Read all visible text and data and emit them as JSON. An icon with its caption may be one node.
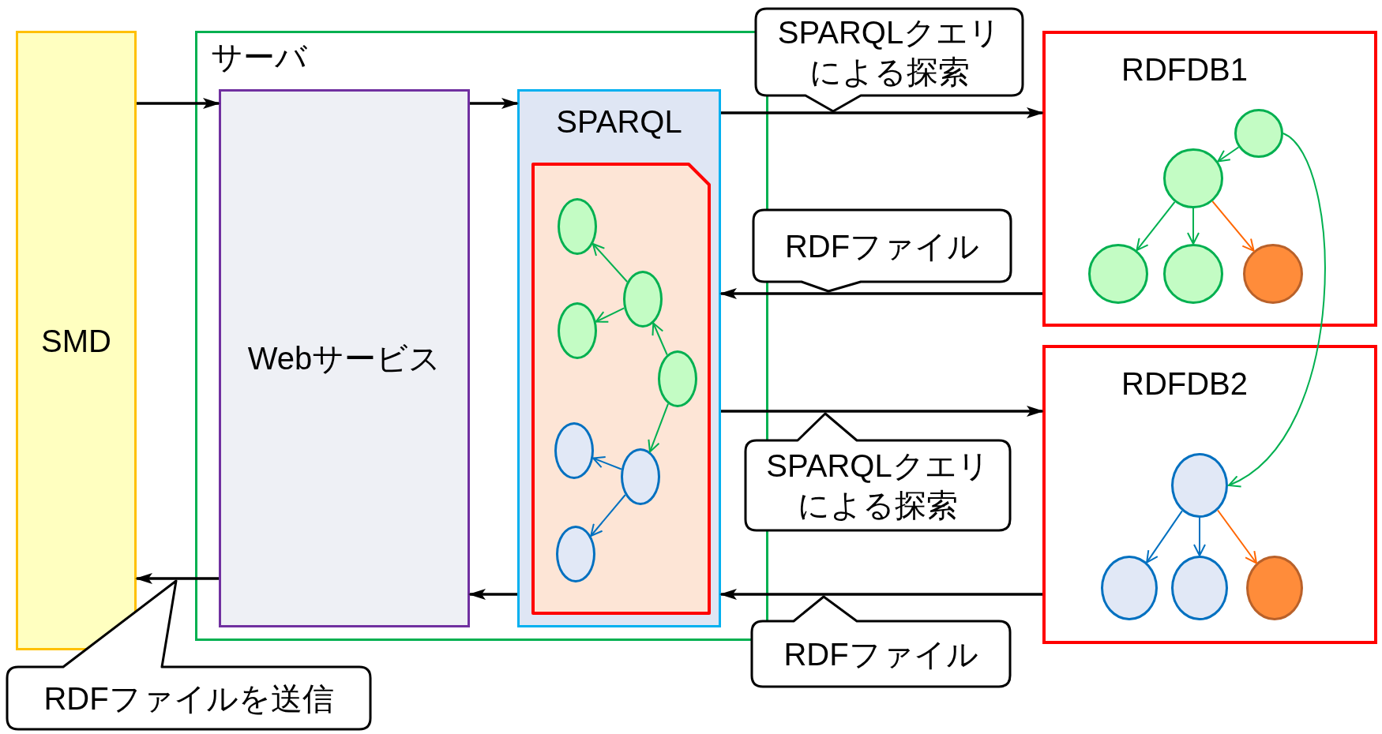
{
  "diagram": {
    "nodes": [
      {
        "text": [
          "SMD"
        ]
      },
      {
        "text": [
          "サーバ"
        ]
      },
      {
        "text": [
          "Webサービス"
        ],
        "in": 1
      },
      {
        "text": [
          "SPARQL"
        ],
        "in": 1
      },
      {
        "text": [],
        "shape": "document",
        "in": 3
      },
      {
        "text": [],
        "shape": "circle",
        "in": 4
      },
      {
        "text": [],
        "shape": "circle",
        "in": 4
      },
      {
        "text": [],
        "shape": "circle",
        "in": 4
      },
      {
        "text": [],
        "shape": "circle",
        "in": 4
      },
      {
        "text": [],
        "shape": "circle",
        "in": 4
      },
      {
        "text": [],
        "shape": "circle",
        "in": 4
      },
      {
        "text": [],
        "shape": "circle",
        "in": 4
      },
      {
        "text": [
          "SPARQLクエリによる探索"
        ]
      },
      {
        "text": [
          "RDFファイル"
        ]
      },
      {
        "text": [
          "RDFDB1"
        ]
      },
      {
        "text": [],
        "shape": "circle",
        "in": 14
      },
      {
        "text": [],
        "shape": "circle",
        "in": 14
      },
      {
        "text": [],
        "shape": "circle",
        "in": 14
      },
      {
        "text": [],
        "shape": "circle",
        "in": 14
      },
      {
        "text": [],
        "shape": "circle",
        "in": 14
      },
      {
        "text": [
          "RDFDB2"
        ]
      },
      {
        "text": [],
        "shape": "circle",
        "in": 20
      },
      {
        "text": [],
        "shape": "circle",
        "in": 20
      },
      {
        "text": [],
        "shape": "circle",
        "in": 20
      },
      {
        "text": [],
        "shape": "circle",
        "in": 20
      },
      {
        "text": [
          "SPARQLクエリによる探索"
        ]
      },
      {
        "text": [
          "RDFファイル"
        ]
      },
      {
        "text": [
          "RDFファイルを送信"
        ]
      }
    ],
    "edges": [
      {
        "from": 0,
        "to": 2,
        "arrow": "to"
      },
      {
        "from": 2,
        "to": 3,
        "arrow": "to"
      },
      {
        "from": 3,
        "to": 14,
        "arrow": "to"
      },
      {
        "from": 14,
        "to": 3,
        "arrow": "to"
      },
      {
        "from": 3,
        "to": 20,
        "arrow": "to"
      },
      {
        "from": 20,
        "to": 3,
        "arrow": "to"
      },
      {
        "from": 3,
        "to": 2,
        "arrow": "to"
      },
      {
        "from": 2,
        "to": 0,
        "arrow": "to"
      },
      {
        "from": 6,
        "to": 5,
        "arrow": "to",
        "color": "#00b050"
      },
      {
        "from": 6,
        "to": 7,
        "arrow": "to",
        "color": "#00b050"
      },
      {
        "from": 8,
        "to": 6,
        "arrow": "to",
        "color": "#00b050"
      },
      {
        "from": 8,
        "to": 10,
        "arrow": "to",
        "color": "#00b050"
      },
      {
        "from": 10,
        "to": 9,
        "arrow": "to",
        "color": "#0070c0"
      },
      {
        "from": 10,
        "to": 11,
        "arrow": "to",
        "color": "#0070c0"
      },
      {
        "from": 15,
        "to": 16,
        "arrow": "to",
        "color": "#00b050"
      },
      {
        "from": 16,
        "to": 17,
        "arrow": "to",
        "color": "#00b050"
      },
      {
        "from": 16,
        "to": 18,
        "arrow": "to",
        "color": "#00b050"
      },
      {
        "from": 16,
        "to": 19,
        "arrow": "to",
        "color": "#ff6600"
      },
      {
        "from": 15,
        "to": 21,
        "arrow": "to",
        "color": "#00b050"
      },
      {
        "from": 21,
        "to": 22,
        "arrow": "to",
        "color": "#0070c0"
      },
      {
        "from": 21,
        "to": 23,
        "arrow": "to",
        "color": "#0070c0"
      },
      {
        "from": 21,
        "to": 24,
        "arrow": "to",
        "color": "#ff6600"
      }
    ]
  }
}
